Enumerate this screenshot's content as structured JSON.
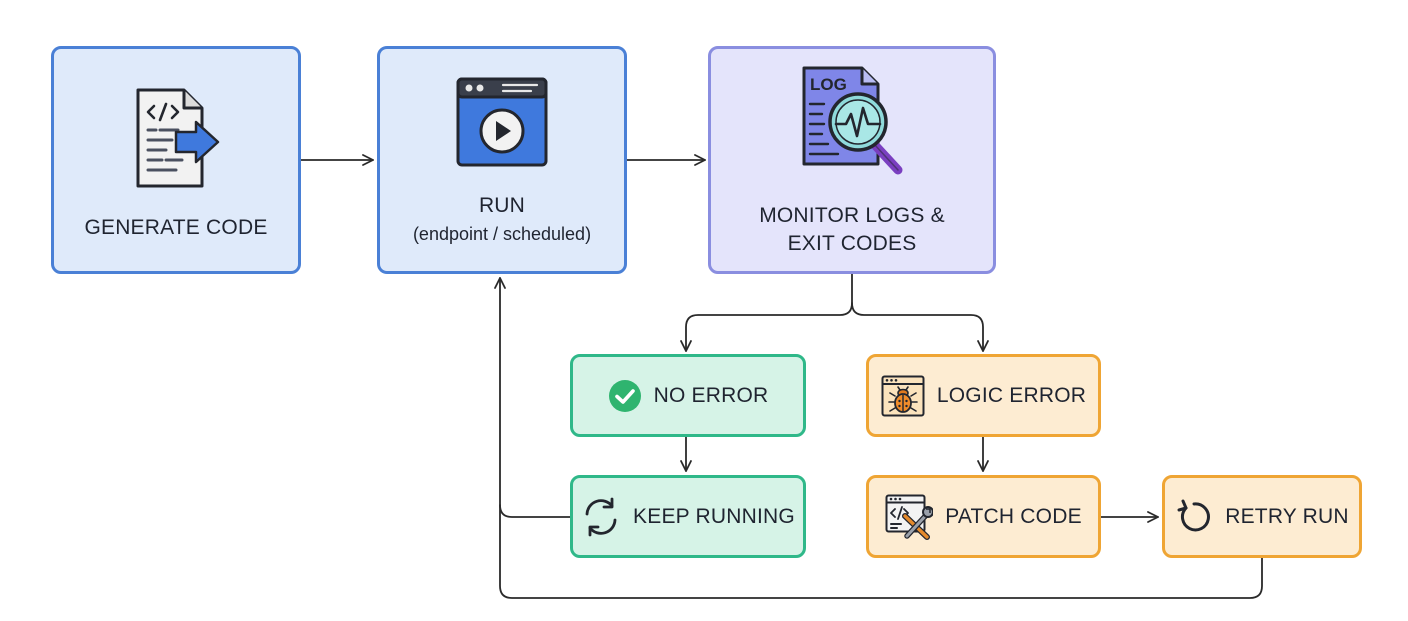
{
  "nodes": {
    "generate": {
      "label": "GENERATE CODE",
      "icon": "code-file-export-icon"
    },
    "run": {
      "label": "RUN",
      "sublabel": "(endpoint / scheduled)",
      "icon": "browser-play-icon"
    },
    "monitor": {
      "label_line1": "MONITOR LOGS &",
      "label_line2": "EXIT CODES",
      "icon": "log-magnifier-icon"
    },
    "no_error": {
      "label": "NO ERROR",
      "icon": "check-circle-icon"
    },
    "logic_error": {
      "label": "LOGIC ERROR",
      "icon": "bug-window-icon"
    },
    "keep_running": {
      "label": "KEEP RUNNING",
      "icon": "sync-arrows-icon"
    },
    "patch_code": {
      "label": "PATCH CODE",
      "icon": "code-wrench-icon"
    },
    "retry_run": {
      "label": "RETRY RUN",
      "icon": "retry-arrow-icon"
    }
  },
  "colors": {
    "blue_fill": "#dfeafa",
    "blue_border": "#4a80d6",
    "purple_fill": "#e4e4fb",
    "purple_border": "#8a8ee0",
    "green_fill": "#d6f3e7",
    "green_border": "#2fb889",
    "orange_fill": "#fdecd2",
    "orange_border": "#efa534",
    "connector": "#2a2a2a"
  }
}
